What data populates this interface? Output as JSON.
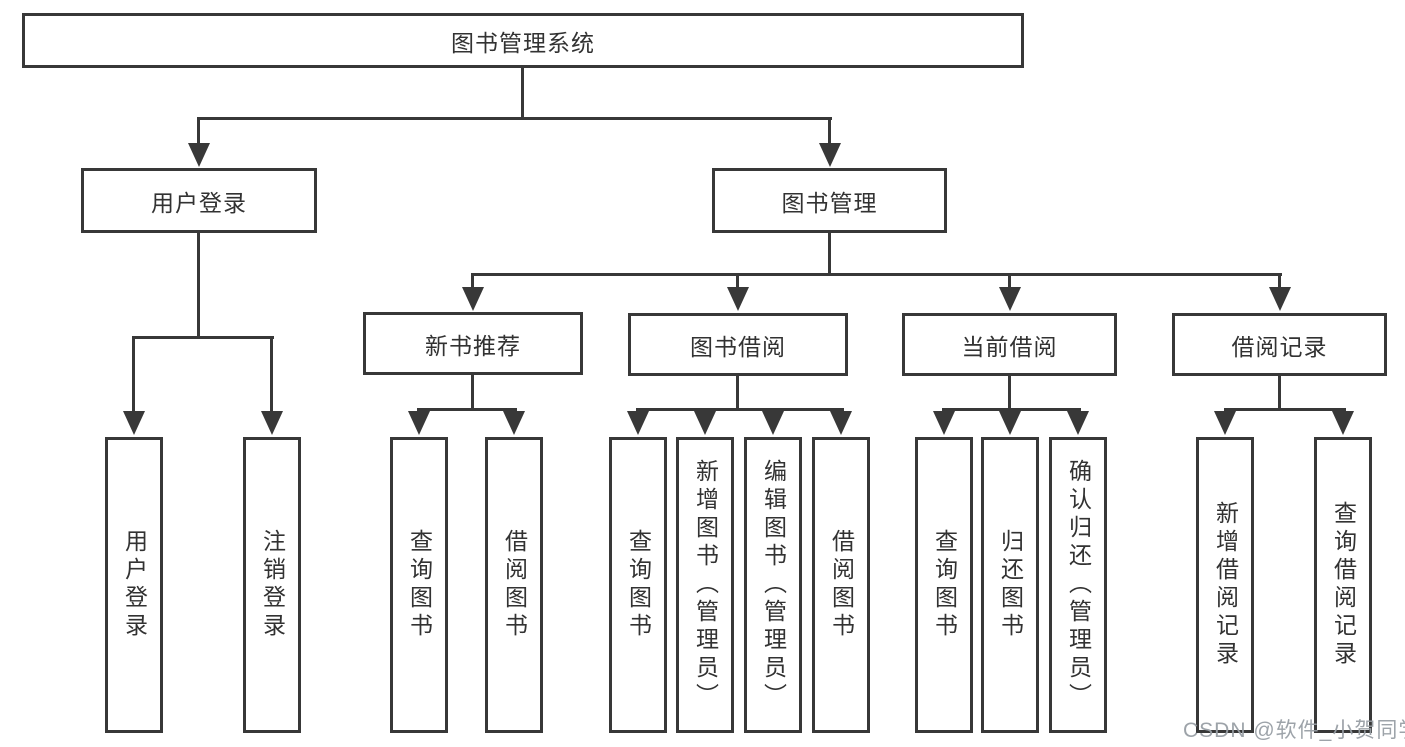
{
  "colors": {
    "line": "#383838",
    "box_border": "#383838",
    "box_background": "#ffffff",
    "text": "#323232",
    "page_background": "#ffffff",
    "watermark": "#989ea4"
  },
  "watermark": {
    "text": "CSDN @软件_小贺同学"
  },
  "tree": {
    "label": "图书管理系统",
    "children": [
      {
        "label": "用户登录",
        "children": [
          {
            "label": "用户登录"
          },
          {
            "label": "注销登录"
          }
        ]
      },
      {
        "label": "图书管理",
        "children": [
          {
            "label": "新书推荐",
            "children": [
              {
                "label": "查询图书"
              },
              {
                "label": "借阅图书"
              }
            ]
          },
          {
            "label": "图书借阅",
            "children": [
              {
                "label": "查询图书"
              },
              {
                "label": "新增图书（管理员）"
              },
              {
                "label": "编辑图书（管理员）"
              },
              {
                "label": "借阅图书"
              }
            ]
          },
          {
            "label": "当前借阅",
            "children": [
              {
                "label": "查询图书"
              },
              {
                "label": "归还图书"
              },
              {
                "label": "确认归还（管理员）"
              }
            ]
          },
          {
            "label": "借阅记录",
            "children": [
              {
                "label": "新增借阅记录"
              },
              {
                "label": "查询借阅记录"
              }
            ]
          }
        ]
      }
    ]
  }
}
